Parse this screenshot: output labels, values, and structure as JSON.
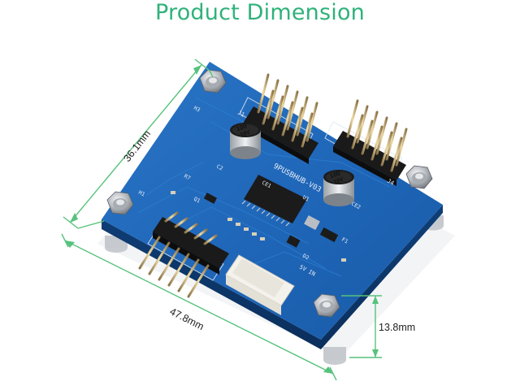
{
  "title": "Product Dimension",
  "dimensions": {
    "length": "36.1mm",
    "width": "47.8mm",
    "height": "13.8mm"
  },
  "board": {
    "name_silkscreen": "9PUSBHUB-V03",
    "labels": {
      "j1": "J1",
      "j4": "J4",
      "ce1": "CE1",
      "ce2": "CE2",
      "u1": "U1",
      "r7": "R7",
      "c2": "C2",
      "q1": "Q1",
      "d2": "D2",
      "f1": "F1",
      "h1": "H1",
      "h3": "H3",
      "power": "5V IN"
    },
    "capacitor": {
      "value": "100",
      "voltage": "16V",
      "brand": "A"
    }
  },
  "colors": {
    "title": "#2fb27a",
    "dimension_lines": "#57c27c",
    "pcb": "#1f66b8",
    "pcb_dark": "#134d91",
    "copper": "#2a78c9",
    "header_black": "#1a1a1a",
    "pin_gold": "#c9a86a",
    "standoff": "#b8bcc2",
    "connector": "#f2f0ea"
  }
}
